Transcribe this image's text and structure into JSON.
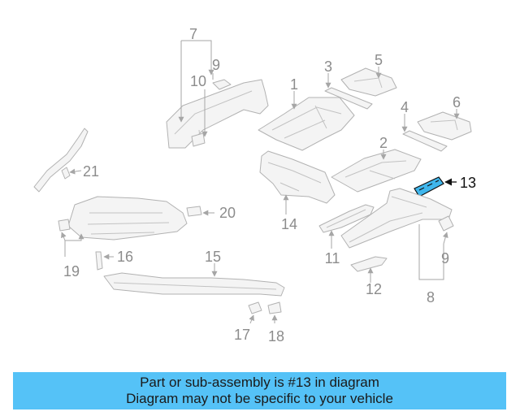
{
  "diagram": {
    "highlight_color": "#3fb6ec",
    "callouts": {
      "c1": "1",
      "c2": "2",
      "c3": "3",
      "c4": "4",
      "c5": "5",
      "c6": "6",
      "c7": "7",
      "c8": "8",
      "c9a": "9",
      "c9b": "9",
      "c10": "10",
      "c11": "11",
      "c12": "12",
      "c13": "13",
      "c14": "14",
      "c15": "15",
      "c16": "16",
      "c17": "17",
      "c18": "18",
      "c19": "19",
      "c20": "20",
      "c21": "21"
    }
  },
  "banner": {
    "line1": "Part or sub-assembly is #13 in diagram",
    "line2": "Diagram may not be specific to your vehicle",
    "background": "#55c2f7"
  }
}
